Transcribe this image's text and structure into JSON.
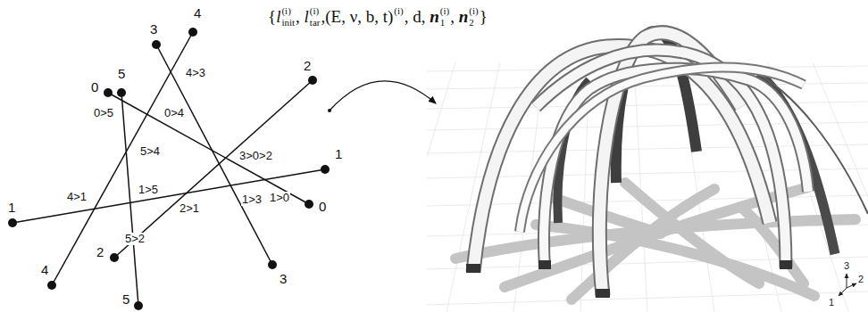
{
  "diagram": {
    "labels": [
      "{",
      "l",
      "(i)",
      "init",
      ", ",
      "l",
      "(i)",
      "tar",
      ",(E, ν, b, t)",
      "(i)",
      ", d, ",
      "n",
      "(i)",
      "1",
      ", ",
      "n",
      "(i)",
      "2",
      "}",
      "3",
      "4",
      "5",
      "0",
      "2",
      "1",
      "1",
      "0",
      "3",
      "2",
      "4",
      "5",
      "4>3",
      "0>4",
      "0>5",
      "5>4",
      "3>0>2",
      "4>1",
      "1>5",
      "2>1",
      "1>3",
      "1>0",
      "5>2",
      "3",
      "1",
      "2"
    ]
  }
}
